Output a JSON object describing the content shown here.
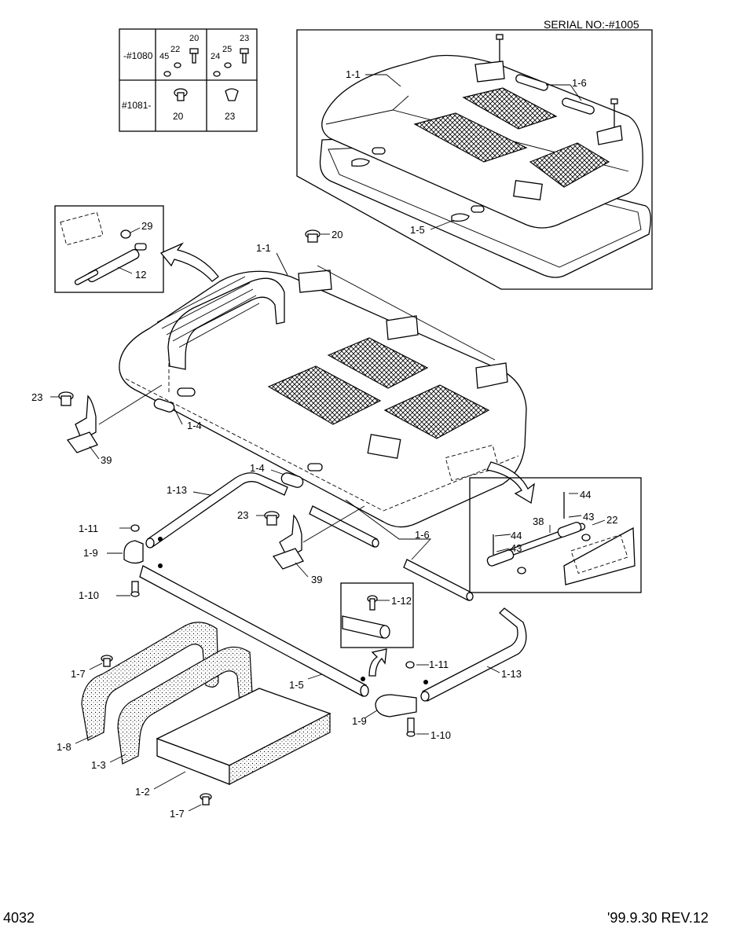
{
  "header": {
    "serial": "SERIAL NO:-#1005"
  },
  "footer": {
    "page_number": "4032",
    "revision": "'99.9.30  REV.12"
  },
  "serial_table": {
    "rows": [
      {
        "serial": "-#1080",
        "parts_a": [
          "45",
          "22",
          "20"
        ],
        "parts_b": [
          "24",
          "25",
          "23"
        ]
      },
      {
        "serial": "#1081-",
        "parts_a": [
          "20"
        ],
        "parts_b": [
          "23"
        ]
      }
    ]
  },
  "labels": {
    "inset_top_1_1": "1-1",
    "inset_top_1_6": "1-6",
    "inset_top_1_5": "1-5",
    "inset_strut_29": "29",
    "inset_strut_12": "12",
    "main_20": "20",
    "main_1_1": "1-1",
    "left_23": "23",
    "left_1_4": "1-4",
    "left_39": "39",
    "mid_1_4": "1-4",
    "mid_1_13": "1-13",
    "mid_23": "23",
    "mid_1_6": "1-6",
    "mid_39": "39",
    "left_1_11": "1-11",
    "left_1_9": "1-9",
    "left_1_10": "1-10",
    "link_44a": "44",
    "link_43a": "43",
    "link_38": "38",
    "link_22": "22",
    "link_44b": "44",
    "link_43b": "43",
    "pin_1_12": "1-12",
    "low_1_7a": "1-7",
    "low_1_8": "1-8",
    "low_1_3": "1-3",
    "low_1_2": "1-2",
    "low_1_7b": "1-7",
    "low_1_5": "1-5",
    "right_1_11": "1-11",
    "right_1_13": "1-13",
    "right_1_9": "1-9",
    "right_1_10": "1-10"
  }
}
